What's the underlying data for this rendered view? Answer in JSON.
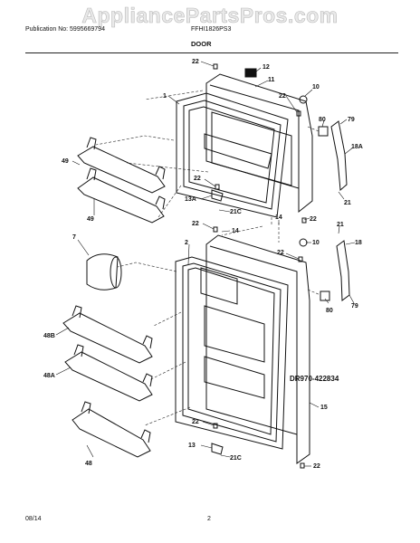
{
  "header": {
    "watermark": "AppliancePartsPros.com",
    "publication": "Publication No: 5995669794",
    "model": "FFHI1826PS3",
    "section_title": "DOOR"
  },
  "diagram": {
    "code": "DR970-422834",
    "callouts": [
      "22",
      "12",
      "11",
      "1",
      "10",
      "22",
      "80",
      "79",
      "18A",
      "49",
      "49",
      "22",
      "13A",
      "21C",
      "21",
      "22",
      "22",
      "14",
      "14",
      "21",
      "10",
      "22",
      "18",
      "7",
      "2",
      "80",
      "79",
      "48B",
      "48A",
      "15",
      "22",
      "13",
      "21C",
      "48",
      "22"
    ]
  },
  "footer": {
    "date": "08/14",
    "page": "2"
  }
}
